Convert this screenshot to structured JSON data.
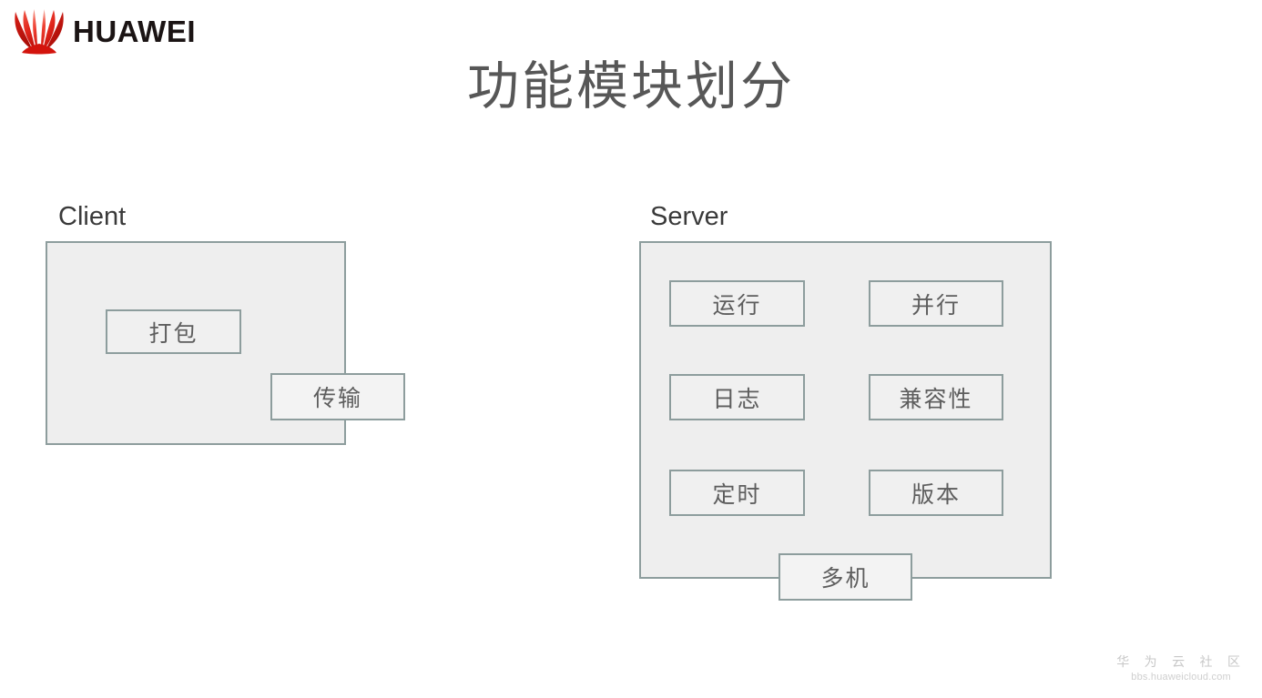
{
  "brand": {
    "logo_icon": "huawei-petal-logo-icon",
    "wordmark": "HUAWEI",
    "logo_color": "#e1251b"
  },
  "title": "功能模块划分",
  "colors": {
    "panel_fill": "#eeeeee",
    "box_fill": "#f0f0f0",
    "border": "#8d9d9d",
    "text": "#5d5d5d",
    "title_text": "#575757",
    "label_text": "#3a3a3a",
    "background": "#ffffff"
  },
  "groups": [
    {
      "id": "client",
      "label": "Client",
      "modules": [
        {
          "id": "pack",
          "label": "打包"
        },
        {
          "id": "transfer",
          "label": "传输"
        }
      ]
    },
    {
      "id": "server",
      "label": "Server",
      "modules": [
        {
          "id": "run",
          "label": "运行"
        },
        {
          "id": "parallel",
          "label": "并行"
        },
        {
          "id": "log",
          "label": "日志"
        },
        {
          "id": "compat",
          "label": "兼容性"
        },
        {
          "id": "timer",
          "label": "定时"
        },
        {
          "id": "version",
          "label": "版本"
        },
        {
          "id": "multi",
          "label": "多机"
        }
      ]
    }
  ],
  "watermark": {
    "cn": "华 为 云 社 区",
    "url": "bbs.huaweicloud.com"
  }
}
